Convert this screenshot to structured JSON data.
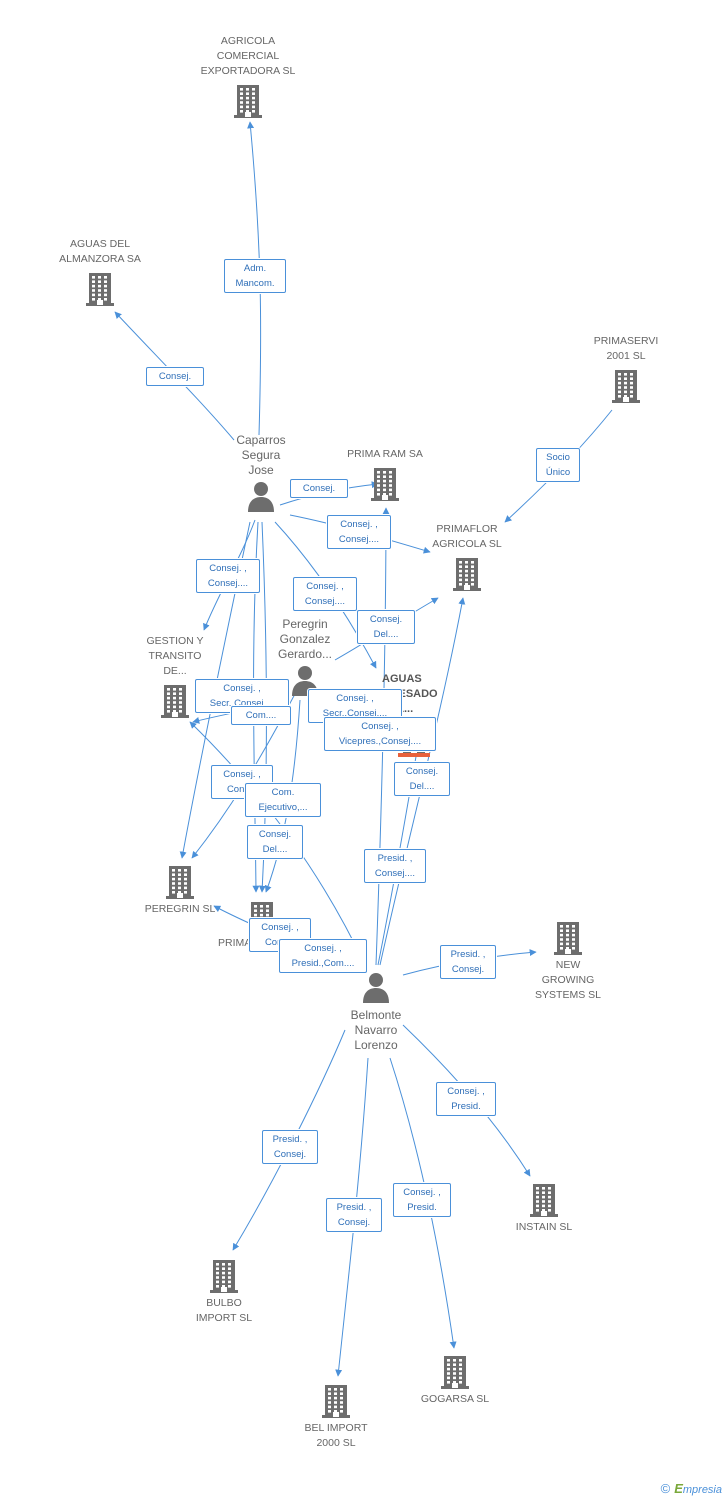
{
  "colors": {
    "edge": "#4a90d9",
    "icon": "#6d6d6d",
    "focus": "#e8613c"
  },
  "nodes": [
    {
      "id": "agricola",
      "type": "company",
      "label": "AGRICOLA\nCOMERCIAL\nEXPORTADORA SL"
    },
    {
      "id": "almanzora",
      "type": "company",
      "label": "AGUAS DEL\nALMANZORA SA"
    },
    {
      "id": "primaservi",
      "type": "company",
      "label": "PRIMASERVI\n2001 SL"
    },
    {
      "id": "caparros",
      "type": "person",
      "label": "Caparros\nSegura\nJose"
    },
    {
      "id": "primaram",
      "type": "company",
      "label": "PRIMA RAM SA"
    },
    {
      "id": "primaflor",
      "type": "company",
      "label": "PRIMAFLOR\nAGRICOLA  SL"
    },
    {
      "id": "gestion",
      "type": "company",
      "label": "GESTION Y\nTRANSITO\nDE..."
    },
    {
      "id": "peregrin_p",
      "type": "person",
      "label": "Peregrin\nGonzalez\nGerardo..."
    },
    {
      "id": "aguasq",
      "type": "focus",
      "label": "AGUAS\nQUESADO\nDEL..."
    },
    {
      "id": "peregrin_sl",
      "type": "company",
      "label": "PEREGRIN SL"
    },
    {
      "id": "prima",
      "type": "company",
      "label": "PRIMA..."
    },
    {
      "id": "newgrowing",
      "type": "company",
      "label": "NEW\nGROWING\nSYSTEMS SL"
    },
    {
      "id": "belmonte",
      "type": "person",
      "label": "Belmonte\nNavarro\nLorenzo"
    },
    {
      "id": "instain",
      "type": "company",
      "label": "INSTAIN SL"
    },
    {
      "id": "bulbo",
      "type": "company",
      "label": "BULBO\nIMPORT SL"
    },
    {
      "id": "gogarsa",
      "type": "company",
      "label": "GOGARSA SL"
    },
    {
      "id": "belimport",
      "type": "company",
      "label": "BEL IMPORT\n2000 SL"
    }
  ],
  "edge_labels": [
    {
      "id": "e1",
      "text": "Adm.\nMancom."
    },
    {
      "id": "e2",
      "text": "Consej."
    },
    {
      "id": "e3",
      "text": "Socio\nÚnico"
    },
    {
      "id": "e4",
      "text": "Consej."
    },
    {
      "id": "e5",
      "text": "Consej. ,\nConsej...."
    },
    {
      "id": "e6",
      "text": "Consej. ,\nConsej...."
    },
    {
      "id": "e7",
      "text": "Consej. ,\nConsej...."
    },
    {
      "id": "e8",
      "text": "Consej.\nDel...."
    },
    {
      "id": "e9",
      "text": "Consej. ,\nSecr.,Consej...."
    },
    {
      "id": "e10",
      "text": "Com...."
    },
    {
      "id": "e11",
      "text": "Consej. ,\nSecr.,Consej...."
    },
    {
      "id": "e12",
      "text": "Consej. ,\nVicepres.,Consej...."
    },
    {
      "id": "e13",
      "text": "Consej.\nDel...."
    },
    {
      "id": "e14",
      "text": "Consej. ,\nCons..."
    },
    {
      "id": "e15",
      "text": "Com.\nEjecutivo,..."
    },
    {
      "id": "e16",
      "text": "Consej.\nDel...."
    },
    {
      "id": "e17",
      "text": "Presid. ,\nConsej...."
    },
    {
      "id": "e18",
      "text": "Consej. ,\nCons..."
    },
    {
      "id": "e19",
      "text": "Consej. ,\nPresid.,Com...."
    },
    {
      "id": "e20",
      "text": "Presid. ,\nConsej."
    },
    {
      "id": "e21",
      "text": "Consej. ,\nPresid."
    },
    {
      "id": "e22",
      "text": "Presid. ,\nConsej."
    },
    {
      "id": "e23",
      "text": "Presid. ,\nConsej."
    },
    {
      "id": "e24",
      "text": "Consej. ,\nPresid."
    }
  ],
  "watermark": {
    "symbol": "©",
    "brand_initial": "E",
    "brand_rest": "mpresia"
  }
}
